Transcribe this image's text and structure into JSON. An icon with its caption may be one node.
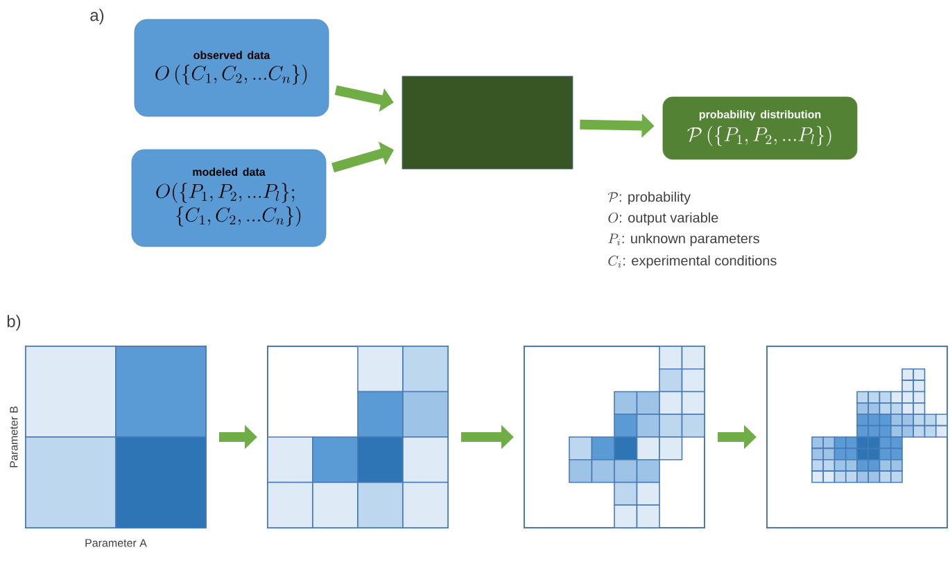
{
  "diagram": {
    "nodes": [
      {
        "text": [
          "observed data",
          "O\\left(\\{C_1, C_2, ...C_n\\}\\right)"
        ]
      },
      {
        "text": [
          "modeled data",
          "\\begin{array}{l}O(\\{P_1, P_2, ...P_l\\};\\\\ \\quad\\{C_1, C_2, ...C_n\\})\\end{array}"
        ]
      },
      {
        "text": [],
        "shape": "box"
      },
      {
        "text": [
          "probability distribution",
          "\\mathcal{P}\\left(\\{P_1, P_2, ...P_l\\}\\right)"
        ]
      },
      {
        "text": [],
        "shape": "picture"
      },
      {
        "text": [],
        "shape": "picture"
      },
      {
        "text": [],
        "shape": "picture"
      },
      {
        "text": [],
        "shape": "picture"
      }
    ],
    "edges": [
      {
        "from": 0,
        "to": 2,
        "arrow": "to"
      },
      {
        "from": 1,
        "to": 2,
        "arrow": "to"
      },
      {
        "from": 2,
        "to": 3,
        "arrow": "to"
      },
      {
        "from": 4,
        "to": 5,
        "arrow": "to"
      },
      {
        "from": 5,
        "to": 6,
        "arrow": "to"
      },
      {
        "from": 6,
        "to": 7,
        "arrow": "to"
      }
    ],
    "labels": [
      "a)",
      "\\mathcal{P}\\mbox{: probability}",
      "O\\mbox{: output variable}",
      "P_i\\mbox{: unknown parameters}",
      "C_i\\mbox{: experimental conditions}",
      "b)",
      "Parameter B",
      "Parameter A"
    ]
  }
}
